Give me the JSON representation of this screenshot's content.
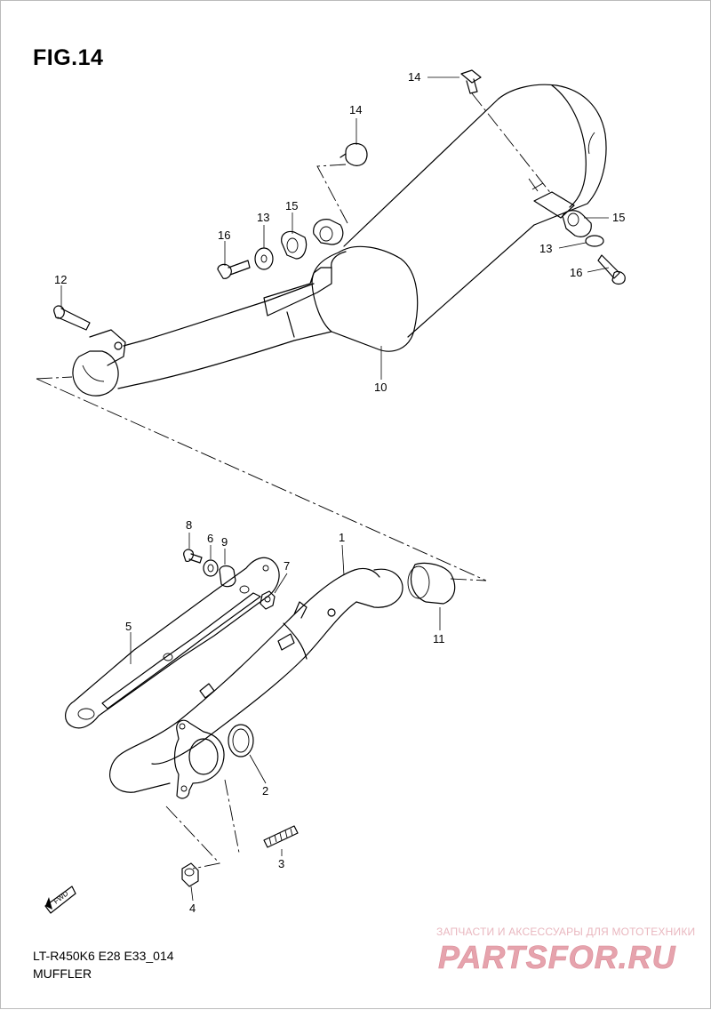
{
  "figure": {
    "title": "FIG.14",
    "model_code": "LT-R450K6 E28 E33_014",
    "group_name": "MUFFLER"
  },
  "callouts": [
    {
      "id": "c1",
      "label": "1"
    },
    {
      "id": "c2",
      "label": "2"
    },
    {
      "id": "c3",
      "label": "3"
    },
    {
      "id": "c4",
      "label": "4"
    },
    {
      "id": "c5",
      "label": "5"
    },
    {
      "id": "c6",
      "label": "6"
    },
    {
      "id": "c7",
      "label": "7"
    },
    {
      "id": "c8",
      "label": "8"
    },
    {
      "id": "c9",
      "label": "9"
    },
    {
      "id": "c10",
      "label": "10"
    },
    {
      "id": "c11",
      "label": "11"
    },
    {
      "id": "c12",
      "label": "12"
    },
    {
      "id": "c13a",
      "label": "13"
    },
    {
      "id": "c13b",
      "label": "13"
    },
    {
      "id": "c14a",
      "label": "14"
    },
    {
      "id": "c14b",
      "label": "14"
    },
    {
      "id": "c15a",
      "label": "15"
    },
    {
      "id": "c15b",
      "label": "15"
    },
    {
      "id": "c16a",
      "label": "16"
    },
    {
      "id": "c16b",
      "label": "16"
    }
  ],
  "fwd_label": "FWD",
  "watermark": {
    "tagline": "ЗАПЧАСТИ И АКСЕССУАРЫ ДЛЯ МОТОТЕХНИКИ",
    "brand": "PARTSFOR.RU",
    "color": "#e6a3ad"
  }
}
